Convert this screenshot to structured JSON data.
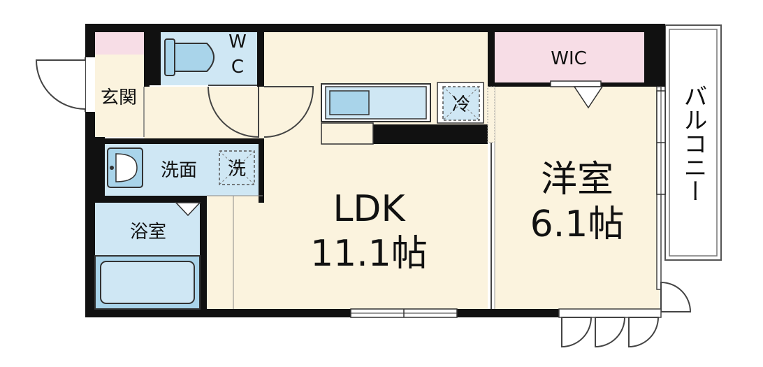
{
  "colors": {
    "wall": "#111111",
    "floor_wood": "#fbf3de",
    "wet_area": "#cfe7f4",
    "fixture": "#a9d4ea",
    "pink": "#f7dde6",
    "line": "#444444"
  },
  "rooms": {
    "ldk": {
      "name": "LDK",
      "size": "11.1帖"
    },
    "bedroom": {
      "name": "洋室",
      "size": "6.1帖"
    },
    "wic": "WIC",
    "entrance": "玄関",
    "washroom": "洗面",
    "bathroom": "浴室",
    "wc_line1": "W",
    "wc_line2": "C",
    "balcony": "バルコニー"
  },
  "fixtures": {
    "fridge": "冷",
    "washer": "洗"
  },
  "icons": [
    "toilet-icon",
    "sink-icon",
    "bathtub-icon",
    "kitchen-counter-icon",
    "door-swing-icon"
  ]
}
